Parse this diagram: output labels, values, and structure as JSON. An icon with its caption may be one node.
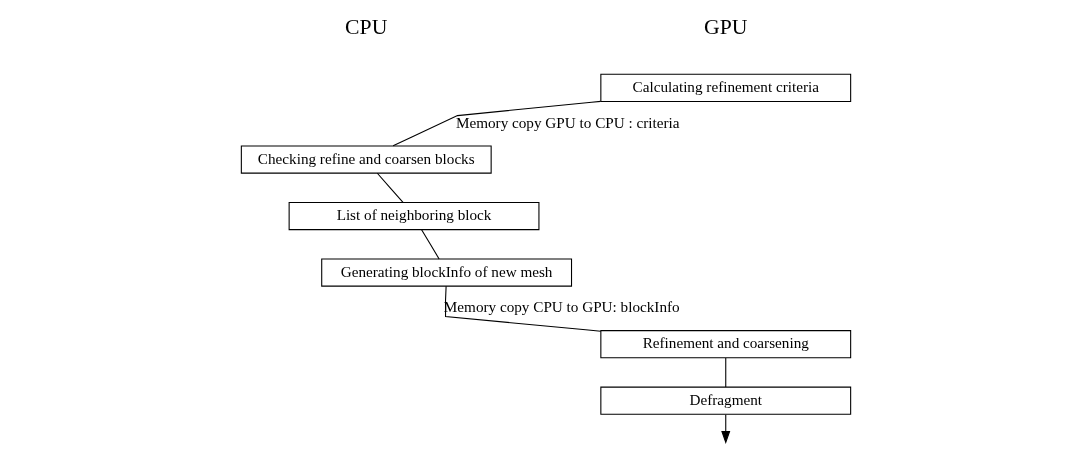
{
  "diagram": {
    "nodes": [
      {
        "text": [
          "Calculating refinement criteria"
        ]
      },
      {
        "text": [
          "Checking refine and coarsen blocks"
        ]
      },
      {
        "text": [
          "List of neighboring block"
        ]
      },
      {
        "text": [
          "Generating blockInfo of new mesh"
        ]
      },
      {
        "text": [
          "Refinement and coarsening"
        ]
      },
      {
        "text": [
          "Defragment"
        ]
      }
    ],
    "edges": [
      {
        "from": 0,
        "to": 1,
        "arrow": "none",
        "label": "Memory copy GPU to CPU : criteria"
      },
      {
        "from": 1,
        "to": 2,
        "arrow": "none"
      },
      {
        "from": 2,
        "to": 3,
        "arrow": "none"
      },
      {
        "from": 3,
        "to": 4,
        "arrow": "none",
        "label": "Memory copy CPU to GPU: blockInfo"
      },
      {
        "from": 4,
        "to": 5,
        "arrow": "none"
      },
      {
        "from": 5,
        "to": null,
        "arrow": "to"
      }
    ],
    "labels": [
      "CPU",
      "GPU"
    ]
  }
}
